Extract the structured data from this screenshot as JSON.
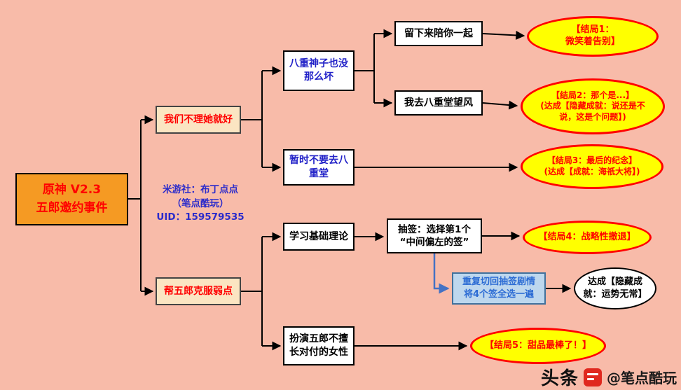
{
  "root": {
    "label": "原神 V2.3\n五郎邀约事件"
  },
  "watermark": {
    "text": "米游社：布丁点点\n（笔点酷玩）\nUID：159579535"
  },
  "branches": {
    "ignore": {
      "label": "我们不理她就好"
    },
    "help": {
      "label": "帮五郎克服弱点"
    }
  },
  "nodes": {
    "yae_not_bad": {
      "label": "八重神子也没\n那么坏"
    },
    "stay_with_you": {
      "label": "留下来陪你一起"
    },
    "lookout": {
      "label": "我去八重堂望风"
    },
    "dont_go": {
      "label": "暂时不要去八\n重堂"
    },
    "study_theory": {
      "label": "学习基础理论"
    },
    "draw_lot": {
      "label": "抽签：选择第1个\n“中间偏左的签”"
    },
    "repeat_draw": {
      "label": "重复切回抽签剧情\n将4个签全选一遍"
    },
    "roleplay": {
      "label": "扮演五郎不擅\n长对付的女性"
    }
  },
  "endings": {
    "e1": {
      "label": "【结局1：\n微笑着告别】"
    },
    "e2": {
      "label": "【结局2：那个是...】\n(达成【隐藏成就：说还是不\n说，这是个问题】)"
    },
    "e3": {
      "label": "【结局3：最后的纪念】\n(达成【成就：海祇大将】)"
    },
    "e4": {
      "label": "【结局4：战略性撤退】"
    },
    "hidden_luck": {
      "label": "达成【隐藏成\n就：运势无常】"
    },
    "e5": {
      "label": "【结局5：甜品最棒了！】"
    }
  },
  "logo": {
    "brand": "头条",
    "handle": "@笔点酷玩"
  },
  "colors": {
    "bg": "#F8BBA9",
    "red": "#FF0000",
    "root_fill": "#F59A23",
    "branch_fill": "#FBE5C2",
    "ending_fill": "#FFFF00",
    "blue_text": "#2222C8",
    "watermark_blue": "#2B2BCB",
    "bluebox_fill": "#BDD7EE",
    "bluebox_border": "#41719C",
    "bluebox_text": "#2B6BD4",
    "arrow_blue": "#4472C4",
    "logo_red": "#E0281E"
  }
}
